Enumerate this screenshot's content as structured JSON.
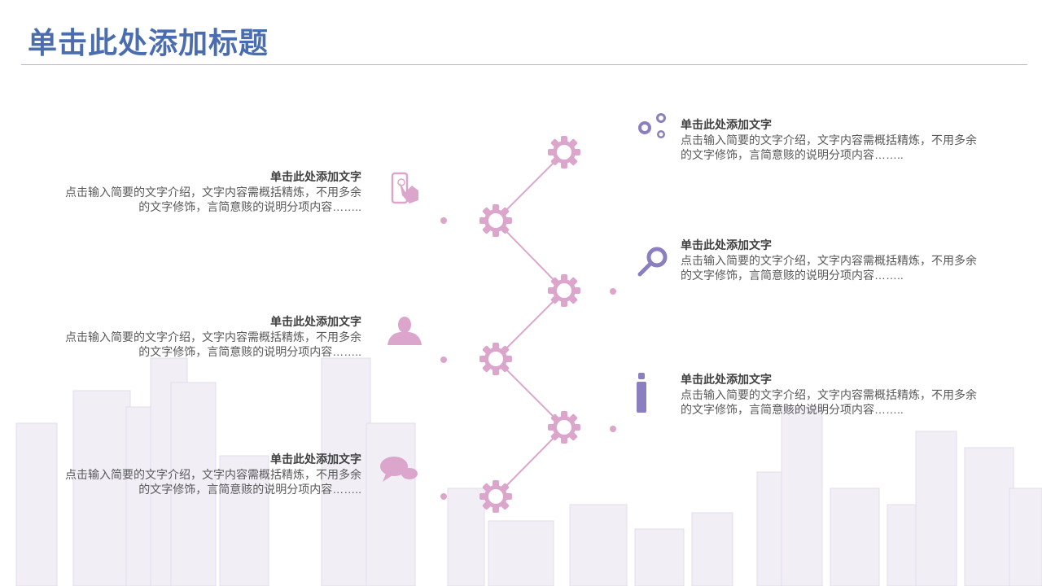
{
  "title": "单击此处添加标题",
  "items": [
    {
      "heading": "单击此处添加文字",
      "body": "点击输入简要的文字介绍，文字内容需概括精炼，不用多余的文字修饰，言简意赅的说明分项内容……..",
      "icon": "phone-touch-icon"
    },
    {
      "heading": "单击此处添加文字",
      "body": "点击输入简要的文字介绍，文字内容需概括精炼，不用多余的文字修饰，言简意赅的说明分项内容……..",
      "icon": "user-icon"
    },
    {
      "heading": "单击此处添加文字",
      "body": "点击输入简要的文字介绍，文字内容需概括精炼，不用多余的文字修饰，言简意赅的说明分项内容……..",
      "icon": "chat-bubbles-icon"
    },
    {
      "heading": "单击此处添加文字",
      "body": "点击输入简要的文字介绍，文字内容需概括精炼，不用多余的文字修饰，言简意赅的说明分项内容……..",
      "icon": "gears-icon"
    },
    {
      "heading": "单击此处添加文字",
      "body": "点击输入简要的文字介绍，文字内容需概括精炼，不用多余的文字修饰，言简意赅的说明分项内容……..",
      "icon": "magnifier-icon"
    },
    {
      "heading": "单击此处添加文字",
      "body": "点击输入简要的文字介绍，文字内容需概括精炼，不用多余的文字修饰，言简意赅的说明分项内容……..",
      "icon": "standing-person-icon"
    }
  ],
  "colors": {
    "title": "#4a6db0",
    "pink": "#dca6cc",
    "purple": "#8b7fbf"
  }
}
